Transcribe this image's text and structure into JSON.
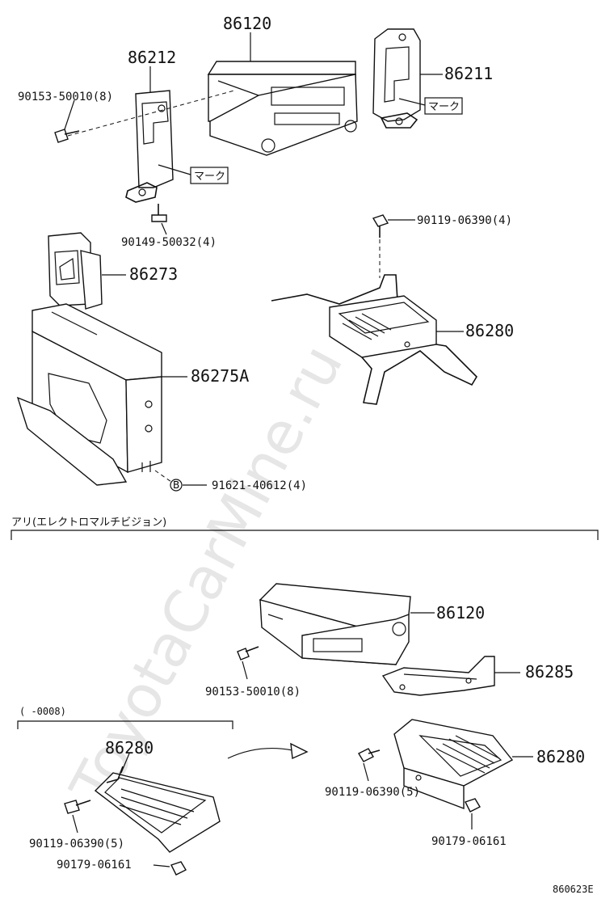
{
  "watermark": "ToyotaCarMine.ru",
  "figure_code": "860623E",
  "section_label": "アリ(エレクトロマルチビジョン)",
  "range_label": "(      -0008)",
  "marker_text": "マーク",
  "callout_symbol": "B",
  "parts": {
    "p86120_top": "86120",
    "p86212": "86212",
    "p86211": "86211",
    "p90153_top": "90153-50010(8)",
    "p90149": "90149-50032(4)",
    "p90119_top": "90119-06390(4)",
    "p86273": "86273",
    "p86280_top": "86280",
    "p86275A": "86275A",
    "p91621": "91621-40612(4)",
    "p86120_bot": "86120",
    "p90153_bot": "90153-50010(8)",
    "p86285": "86285",
    "p86280_left": "86280",
    "p86280_right": "86280",
    "p90119_mid": "90119-06390(5)",
    "p90119_left": "90119-06390(5)",
    "p90179_right": "90179-06161",
    "p90179_left": "90179-06161"
  }
}
